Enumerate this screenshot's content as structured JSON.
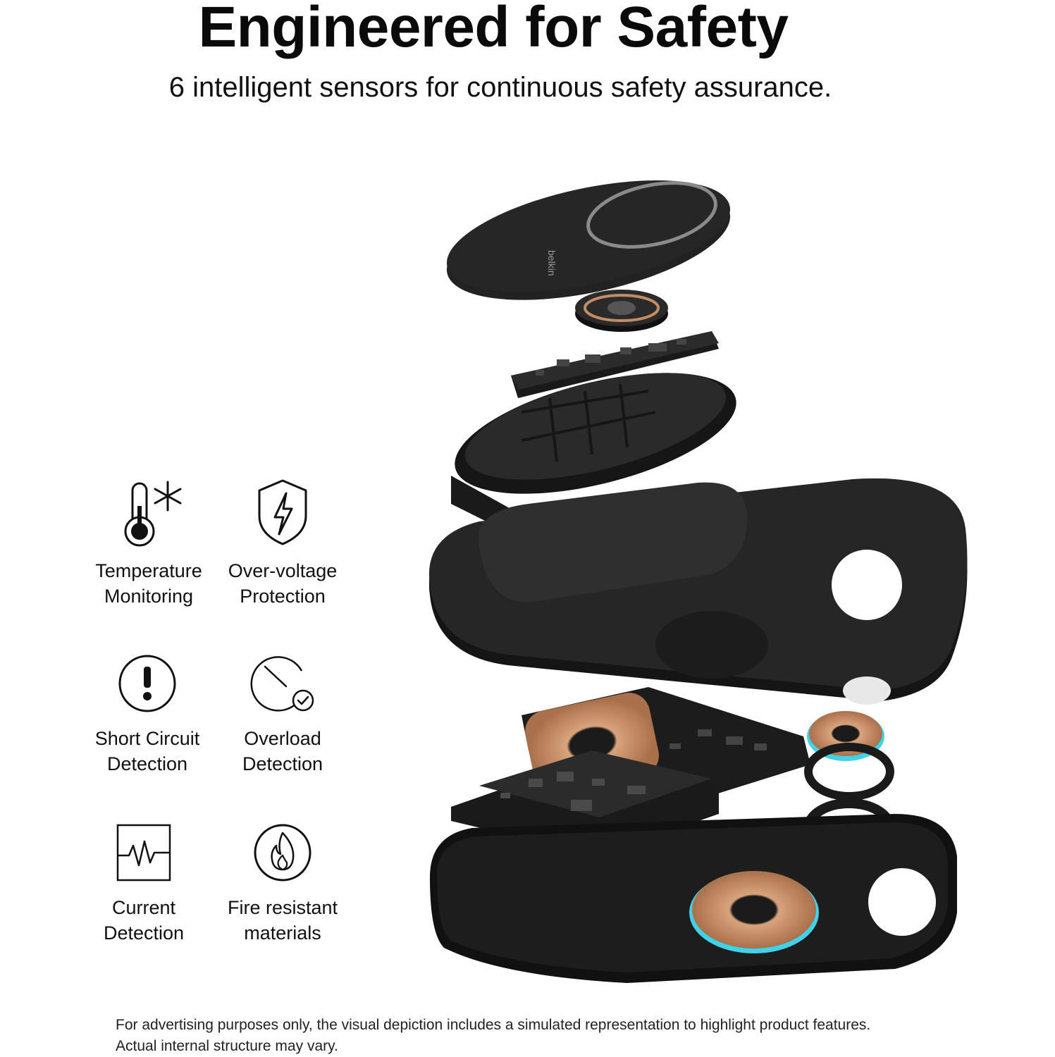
{
  "header": {
    "title": "Engineered for Safety",
    "subtitle": "6 intelligent sensors for continuous safety assurance."
  },
  "features": [
    {
      "icon": "thermometer-snowflake-icon",
      "line1": "Temperature",
      "line2": "Monitoring"
    },
    {
      "icon": "shield-lightning-icon",
      "line1": "Over-voltage",
      "line2": "Protection"
    },
    {
      "icon": "exclamation-circle-icon",
      "line1": "Short Circuit",
      "line2": "Detection"
    },
    {
      "icon": "gauge-check-icon",
      "line1": "Overload",
      "line2": "Detection"
    },
    {
      "icon": "waveform-icon",
      "line1": "Current",
      "line2": "Detection"
    },
    {
      "icon": "flame-icon",
      "line1": "Fire resistant",
      "line2": "materials"
    }
  ],
  "product_image": {
    "brand_mark": "belkin"
  },
  "disclaimer": "For advertising purposes only, the visual depiction includes a simulated representation to highlight product features. Actual internal structure may vary.",
  "colors": {
    "background": "#ffffff",
    "text": "#111111",
    "device_body": "#1f1f1f",
    "copper_coil": "#c8906a",
    "status_ring": "#3fd2e8"
  }
}
